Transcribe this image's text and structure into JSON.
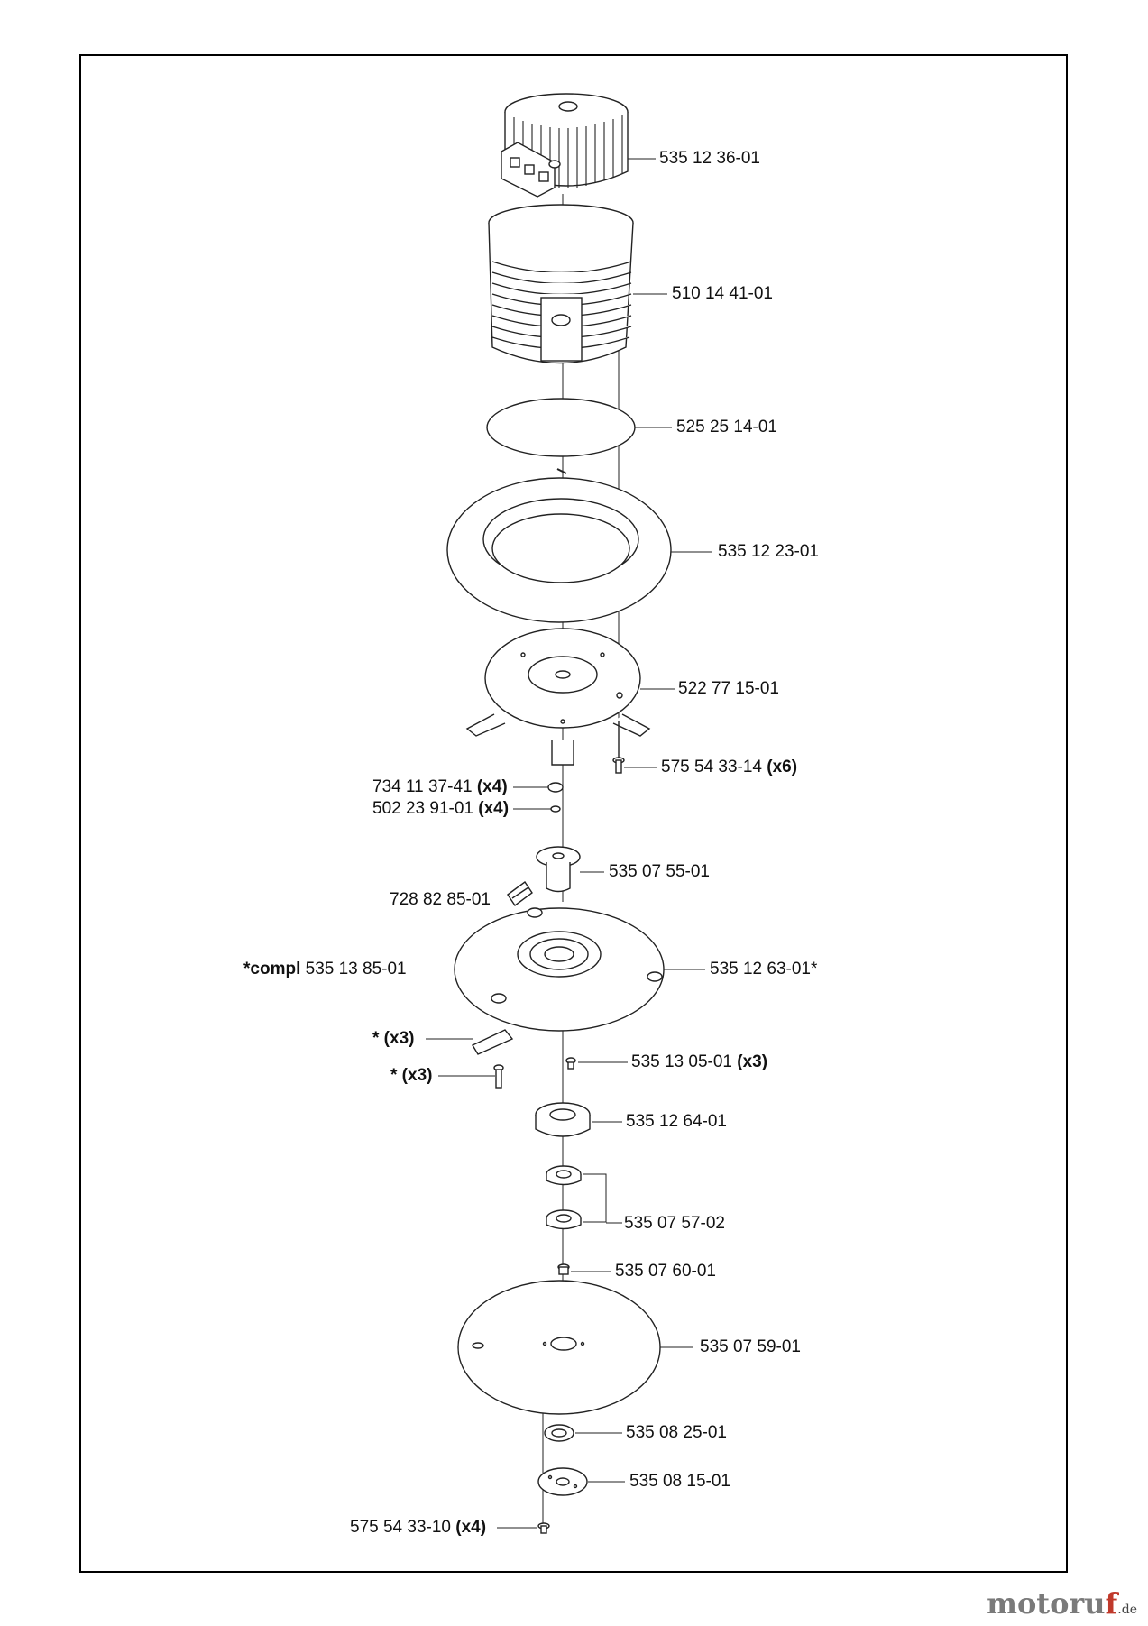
{
  "parts": [
    {
      "id": "motor",
      "number": "535 12 36-01",
      "qty": ""
    },
    {
      "id": "motor-housing",
      "number": "510 14 41-01",
      "qty": ""
    },
    {
      "id": "seal-ring",
      "number": "525 25 14-01",
      "qty": ""
    },
    {
      "id": "collar",
      "number": "535 12 23-01",
      "qty": ""
    },
    {
      "id": "motor-bracket",
      "number": "522 77 15-01",
      "qty": ""
    },
    {
      "id": "screw-bracket",
      "number": "575 54 33-14",
      "qty": "(x6)"
    },
    {
      "id": "washer-a",
      "number": "734 11 37-41",
      "qty": "(x4)"
    },
    {
      "id": "screw-small",
      "number": "502 23 91-01",
      "qty": "(x4)"
    },
    {
      "id": "hub",
      "number": "535 07 55-01",
      "qty": ""
    },
    {
      "id": "set-screw",
      "number": "728 82 85-01",
      "qty": ""
    },
    {
      "id": "blade-disc",
      "number": "535 12 63-01*",
      "qty": ""
    },
    {
      "id": "compl",
      "prefix": "*compl",
      "number": "535 13 85-01",
      "qty": ""
    },
    {
      "id": "blade",
      "prefix": "* (x3)",
      "number": "",
      "qty": ""
    },
    {
      "id": "blade-screw",
      "prefix": "* (x3)",
      "number": "",
      "qty": ""
    },
    {
      "id": "disc-screw",
      "number": "535 13 05-01",
      "qty": "(x3)"
    },
    {
      "id": "bearing-housing",
      "number": "535 12 64-01",
      "qty": ""
    },
    {
      "id": "bearing",
      "number": "535 07 57-02",
      "qty": ""
    },
    {
      "id": "spacer",
      "number": "535 07 60-01",
      "qty": ""
    },
    {
      "id": "skid-plate",
      "number": "535 07 59-01",
      "qty": ""
    },
    {
      "id": "washer-b",
      "number": "535 08 25-01",
      "qty": ""
    },
    {
      "id": "flange",
      "number": "535 08 15-01",
      "qty": ""
    },
    {
      "id": "flange-screw",
      "number": "575 54 33-10",
      "qty": "(x4)"
    }
  ],
  "brand": {
    "name": "motoru",
    "f": "f",
    "tld": ".de"
  },
  "colors": {
    "line": "#222222",
    "frame": "#000000",
    "brand_grey": "#7a7a7a",
    "brand_red": "#c0392b"
  }
}
